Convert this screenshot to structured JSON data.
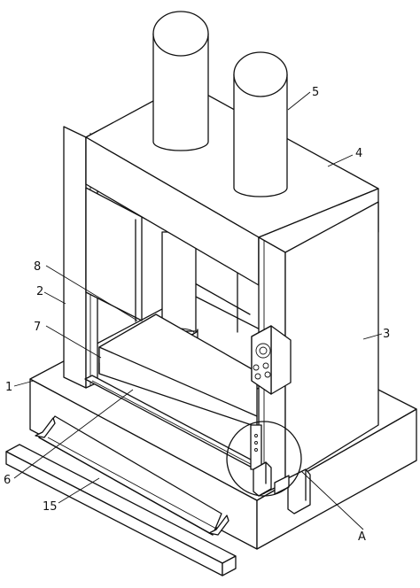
{
  "labels": {
    "l1": "1",
    "l2": "2",
    "l3": "3",
    "l4": "4",
    "l5": "5",
    "l6": "6",
    "l7": "7",
    "l8": "8",
    "l15": "15",
    "lA": "A"
  }
}
